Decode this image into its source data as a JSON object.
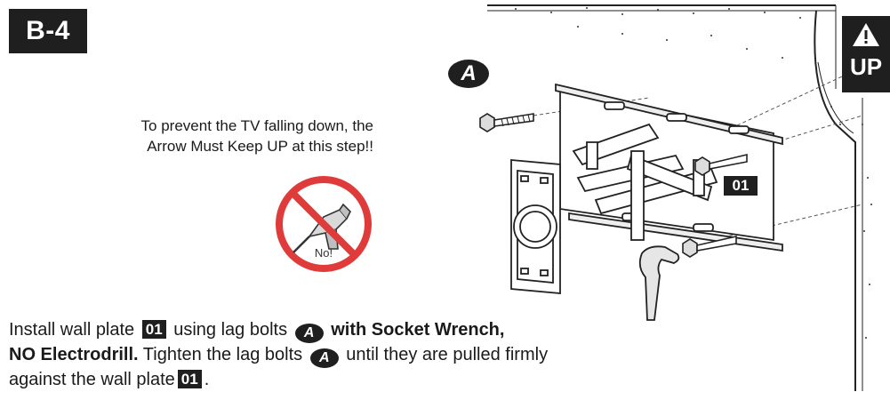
{
  "step": {
    "label": "B-4"
  },
  "warning": {
    "line1": "To prevent the TV falling down, the",
    "line2": "Arrow Must Keep UP at this step!!",
    "no_label": "No!",
    "sign_color": "#e03b3b"
  },
  "up_badge": {
    "icon": "warning-triangle-icon",
    "text": "UP"
  },
  "callouts": {
    "bolt": "A",
    "plate": "01"
  },
  "instructions": {
    "seg1": "Install wall plate",
    "part1": "01",
    "seg2": "using lag bolts",
    "bolt1": "A",
    "seg3_bold": "with Socket Wrench,",
    "seg4_bold": "NO Electrodrill.",
    "seg5": "Tighten the lag bolts",
    "bolt2": "A",
    "seg6": "until they are pulled firmly",
    "seg7": "against the wall plate",
    "part2": "01",
    "seg8": "."
  }
}
